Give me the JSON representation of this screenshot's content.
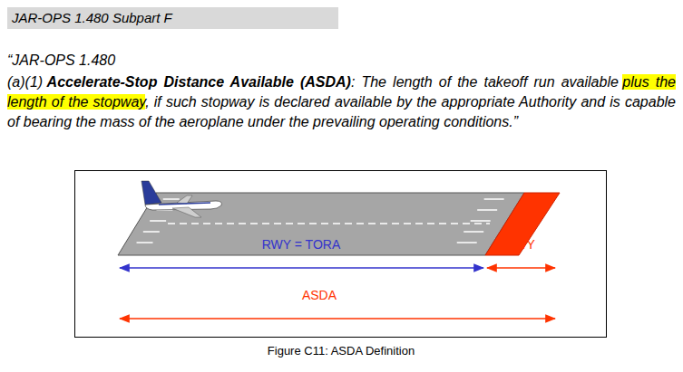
{
  "diagram": {
    "title": "JAR-OPS 1.480 Subpart F",
    "caption": "Figure C11: ASDA Definition",
    "labels": [
      "“JAR-OPS 1.480",
      "(a)(1)",
      "Accelerate-Stop Distance Available (ASDA)",
      ": The length of the takeoff run available",
      "plus the length of the stopway",
      ", if such stopway is declared available by the appropriate Authority and is capable of bearing the mass of the aeroplane under the prevailing operating conditions.”",
      "RWY = TORA",
      "SWY",
      "ASDA"
    ]
  }
}
